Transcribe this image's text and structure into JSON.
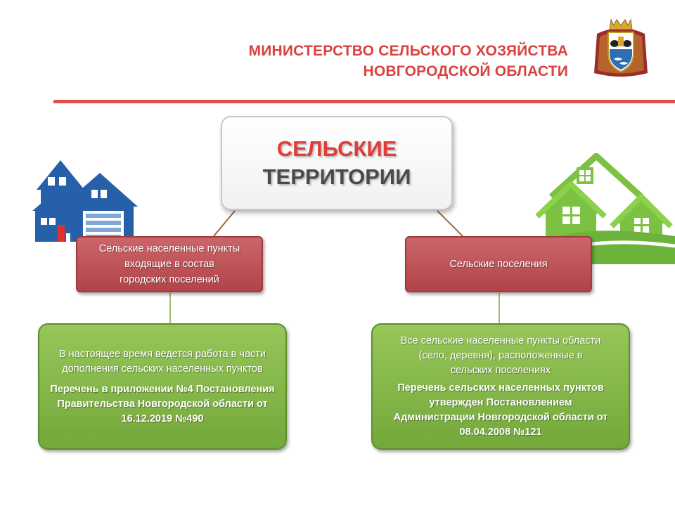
{
  "header": {
    "ministry_line1": "МИНИСТЕРСТВО СЕЛЬСКОГО ХОЗЯЙСТВА",
    "ministry_line2": "НОВГОРОДСКОЙ ОБЛАСТИ"
  },
  "colors": {
    "accent_red": "#e14f47",
    "box_red": "#b24349",
    "box_green": "#7fb041",
    "house_blue": "#2560a9",
    "house_green": "#7cc142"
  },
  "icons": {
    "emblem": "novgorod-coat-of-arms-icon",
    "house_left": "blue-houses-icon",
    "house_right": "green-houses-icon"
  },
  "diagram": {
    "title_line1": "СЕЛЬСКИЕ",
    "title_line2": "ТЕРРИТОРИИ",
    "left_category": {
      "lines": [
        "Сельские населенные пункты",
        "входящие в состав",
        "городских поселений"
      ]
    },
    "right_category": {
      "lines": [
        "Сельские поселения"
      ]
    },
    "left_detail": {
      "intro_lines": [
        "В настоящее время ведется работа в части",
        "дополнения сельских населенных пунктов"
      ],
      "ref_lines": [
        "Перечень в приложении №4 Постановления",
        "Правительства Новгородской области от",
        "16.12.2019 №490"
      ]
    },
    "right_detail": {
      "intro_lines": [
        "Все сельские населенные пункты области",
        "(село, деревня), расположенные в",
        "сельских поселениях"
      ],
      "ref_lines": [
        "Перечень сельских населенных пунктов",
        "утвержден Постановлением",
        "Администрации Новгородской области от",
        "08.04.2008 №121"
      ]
    }
  }
}
